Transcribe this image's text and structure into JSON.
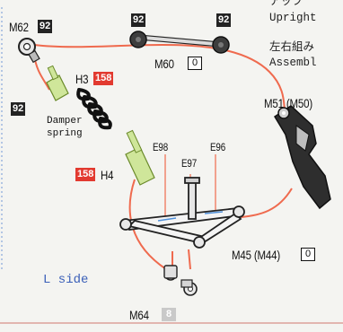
{
  "notes": {
    "line1": "アップ",
    "line2": "Upright",
    "line3": "左右組み",
    "line4": "Assembl"
  },
  "parts": {
    "m62": {
      "code": "M62",
      "qty": "92"
    },
    "rod_left_qty": "92",
    "rod_right_qty": "92",
    "m60": {
      "code": "M60",
      "qty": "0"
    },
    "h3": {
      "code": "H3",
      "qty": "158"
    },
    "spring": {
      "qty": "92",
      "label_line1": "Damper",
      "label_line2": "spring"
    },
    "h4": {
      "code": "H4",
      "qty": "158"
    },
    "m51": {
      "code": "M51 (M50)"
    },
    "e98": "E98",
    "e97": "E97",
    "e96": "E96",
    "m45": {
      "code": "M45 (M44)",
      "qty": "0"
    },
    "m64": {
      "code": "M64",
      "qty": "8"
    }
  },
  "side_label": "L side",
  "colors": {
    "leader_line": "#ef6a4e",
    "badge_black": "#232323",
    "badge_red": "#e23a30",
    "guide_blue": "#4f8fd8"
  }
}
